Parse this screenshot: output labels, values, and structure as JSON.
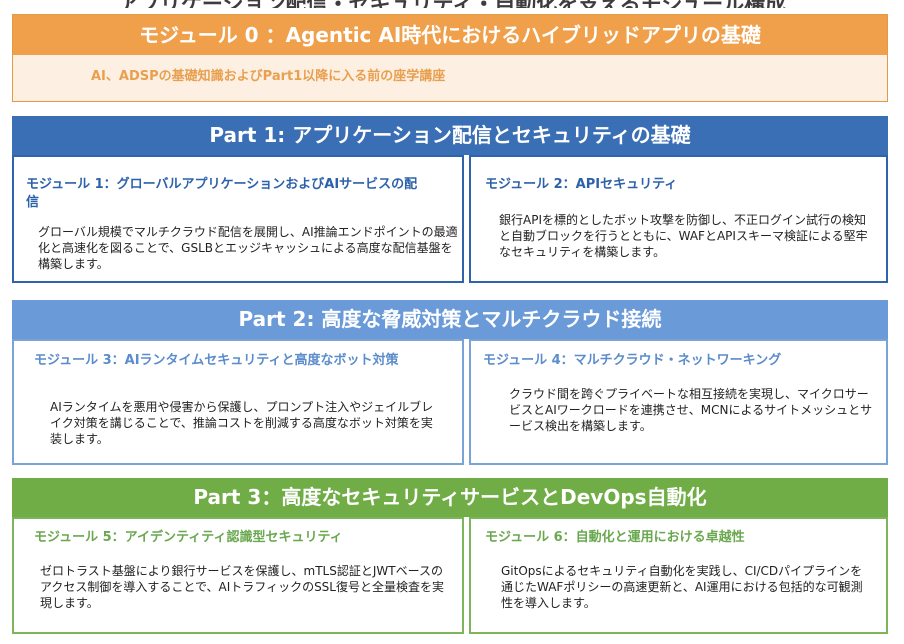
{
  "top_cut_text": "アプリケーション配信・セキュリティ・自動化を支えるモジュール構成",
  "module0": {
    "title": "モジュール 0 ：Agentic AI時代におけるハイブリッドアプリの基礎",
    "subtitle": "AI、ADSPの基礎知識およびPart1以降に入る前の座学講座"
  },
  "parts": [
    {
      "title": "Part 1: アプリケーション配信とセキュリティの基礎",
      "modules": [
        {
          "title": "モジュール 1：グローバルアプリケーションおよびAIサービスの配信",
          "description": "グローバル規模でマルチクラウド配信を展開し、AI推論エンドポイントの最適化と高速化を図ることで、GSLBとエッジキャッシュによる高度な配信基盤を構築します。"
        },
        {
          "title": "モジュール 2：APIセキュリティ",
          "description": "銀行APIを標的としたボット攻撃を防御し、不正ログイン試行の検知と自動ブロックを行うとともに、WAFとAPIスキーマ検証による堅牢なセキュリティを構築します。"
        }
      ]
    },
    {
      "title": "Part 2: 高度な脅威対策とマルチクラウド接続",
      "modules": [
        {
          "title": "モジュール 3：AIランタイムセキュリティと高度なボット対策",
          "description": "AIランタイムを悪用や侵害から保護し、プロンプト注入やジェイルブレイク対策を講じることで、推論コストを削減する高度なボット対策を実装します。"
        },
        {
          "title": "モジュール 4：マルチクラウド・ネットワーキング",
          "description": "クラウド間を跨ぐプライベートな相互接続を実現し、マイクロサービスとAIワークロードを連携させ、MCNによるサイトメッシュとサービス検出を構築します。"
        }
      ]
    },
    {
      "title": "Part 3：高度なセキュリティサービスとDevOps自動化",
      "modules": [
        {
          "title": "モジュール 5：アイデンティティ認識型セキュリティ",
          "description": "ゼロトラスト基盤により銀行サービスを保護し、mTLS認証とJWTベースのアクセス制御を導入することで、AIトラフィックのSSL復号と全量検査を実現します。"
        },
        {
          "title": "モジュール 6：自動化と運用における卓越性",
          "description": "GitOpsによるセキュリティ自動化を実践し、CI/CDパイプラインを通じたWAFポリシーの高速更新と、AI運用における包括的な可観測性を導入します。"
        }
      ]
    }
  ]
}
